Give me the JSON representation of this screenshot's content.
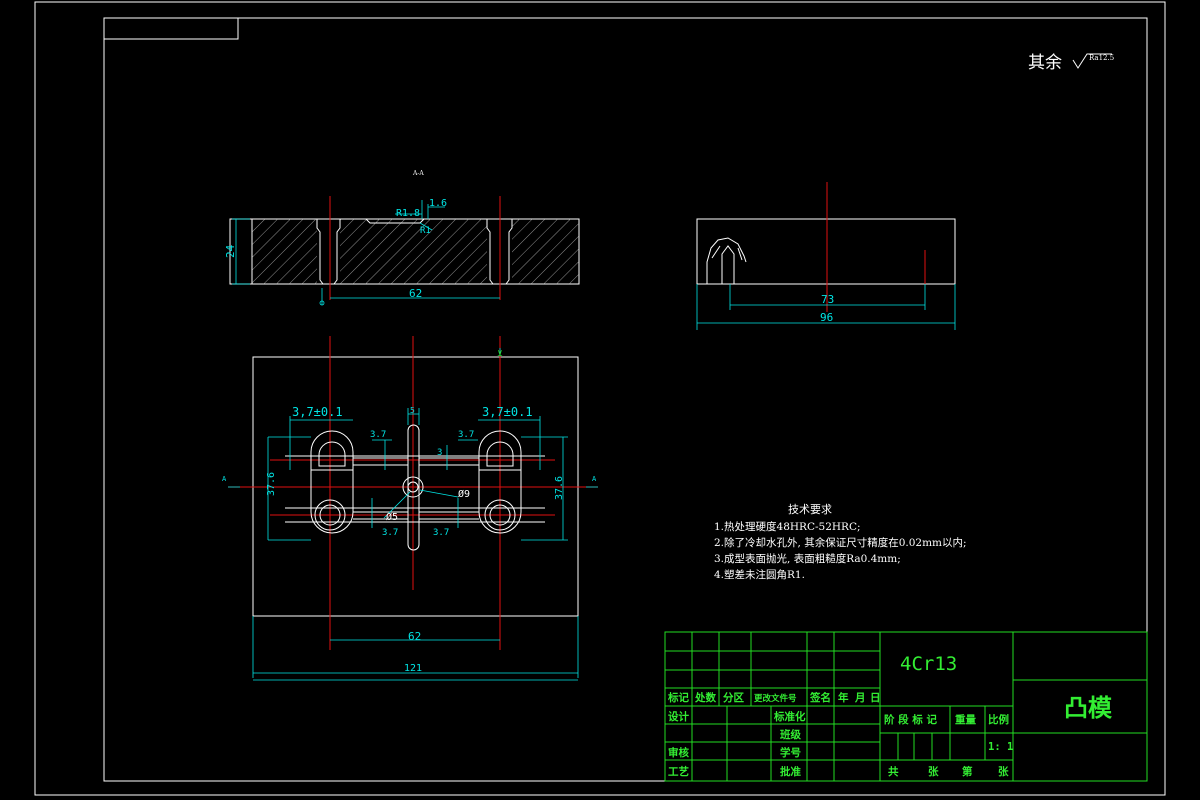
{
  "surface_finish": {
    "label": "其余",
    "value": "Ra12.5"
  },
  "section_label": "A-A",
  "section_view": {
    "dim_r18": "R1.8",
    "dim_16": "1.6",
    "dim_r1": "R1",
    "dim_height": "24",
    "dim_62": "62"
  },
  "side_view": {
    "dim_73": "73",
    "dim_96": "96"
  },
  "plan_view": {
    "dim_5": "5",
    "dim_tol_left": "3,7±0.1",
    "dim_tol_right": "3,7±0.1",
    "dim_37_a": "3.7",
    "dim_37_b": "3.7",
    "dim_37_c": "3.7",
    "dim_37_d": "3.7",
    "dim_3": "3",
    "dim_376_left": "37.6",
    "dim_376_right": "37.6",
    "dim_phi9": "Ø9",
    "dim_phi5": "Ø5",
    "dim_62": "62",
    "dim_121": "121",
    "mark_a_left": "A",
    "mark_a_right": "A"
  },
  "tech_req": {
    "title": "技术要求",
    "items": [
      "1.热处理硬度48HRC-52HRC;",
      "2.除了冷却水孔外, 其余保证尺寸精度在0.02mm以内;",
      "3.成型表面抛光, 表面粗糙度Ra0.4mm;",
      "4.塑差未注圆角R1."
    ]
  },
  "title_block": {
    "material": "4Cr13",
    "part_name": "凸模",
    "row_headers": [
      "标记",
      "处数",
      "分区",
      "更改文件号",
      "签名",
      "年",
      "月",
      "日"
    ],
    "design": "设计",
    "standardize": "标准化",
    "review": "审核",
    "process": "工艺",
    "class": "班级",
    "student_id": "学号",
    "approve": "批准",
    "stage_mark": "阶 段 标 记",
    "weight": "重量",
    "scale_label": "比例",
    "scale_value": "1: 1",
    "total": "共",
    "sheets": "张",
    "sheet_no": "第",
    "sheet_unit": "张"
  },
  "colors": {
    "background": "#000000",
    "frame": "#ffffff",
    "dimension": "#00e5e5",
    "centerline": "#e01010",
    "title_block": "#22dd22",
    "title_text": "#33ee33"
  }
}
